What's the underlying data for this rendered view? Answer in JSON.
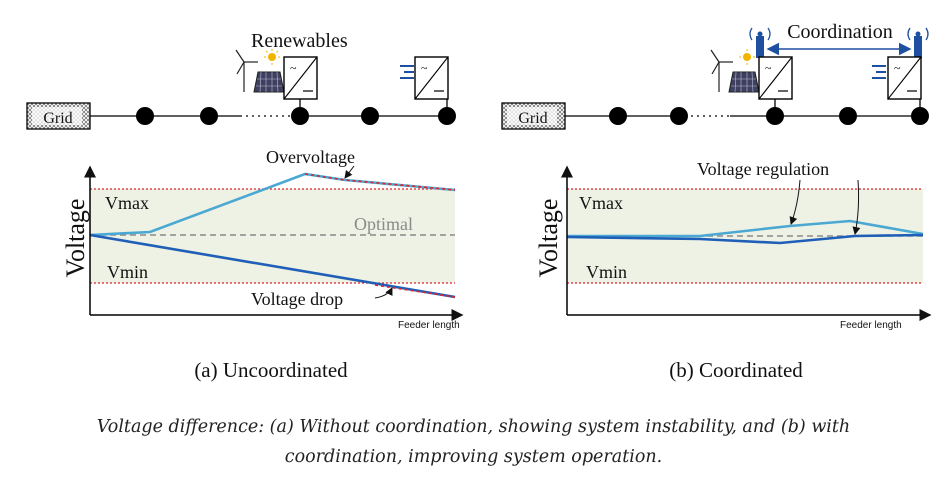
{
  "panel_a": {
    "grid_label": "Grid",
    "renewables_label": "Renewables",
    "overvoltage_label": "Overvoltage",
    "optimal_label": "Optimal",
    "vmax_label": "Vmax",
    "vmin_label": "Vmin",
    "voltage_drop_label": "Voltage drop",
    "y_axis_label": "Voltage",
    "x_axis_label": "Feeder length",
    "subtitle": "(a)  Uncoordinated"
  },
  "panel_b": {
    "grid_label": "Grid",
    "coordination_label": "Coordination",
    "voltage_regulation_label": "Voltage regulation",
    "vmax_label": "Vmax",
    "vmin_label": "Vmin",
    "y_axis_label": "Voltage",
    "x_axis_label": "Feeder length",
    "subtitle": "(b) Coordinated"
  },
  "caption": {
    "line1": "Voltage difference: (a) Without coordination, showing system instability, and (b) with",
    "line2": "coordination, improving system operation."
  },
  "colors": {
    "band": "#eef2e4",
    "limit": "#e0202a",
    "line_light": "#4aa8d2",
    "line_dark": "#1f5fb8",
    "optimal": "#8a8a8a",
    "node": "#000000"
  }
}
